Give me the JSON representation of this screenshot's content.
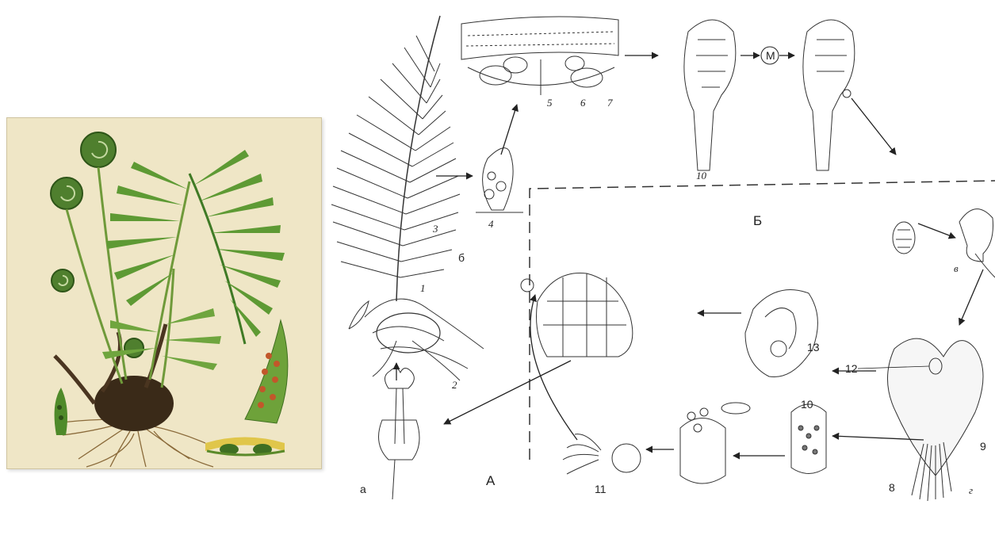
{
  "illustration": {
    "subject": "fern-plant-color-illustration"
  },
  "diagram": {
    "region_labels": {
      "A": "А",
      "B": "Б"
    },
    "stage_labels": {
      "a": "а",
      "b": "б",
      "v": "в",
      "g": "г"
    },
    "numbers": {
      "n1": "1",
      "n2": "2",
      "n3": "3",
      "n4": "4",
      "n5": "5",
      "n6": "6",
      "n7": "7",
      "n8": "8",
      "n9": "9",
      "n10_sporangium": "10",
      "n10_archegonium": "10",
      "n11": "11",
      "n12": "12",
      "n13": "13"
    },
    "meiosis_symbol": "М"
  }
}
